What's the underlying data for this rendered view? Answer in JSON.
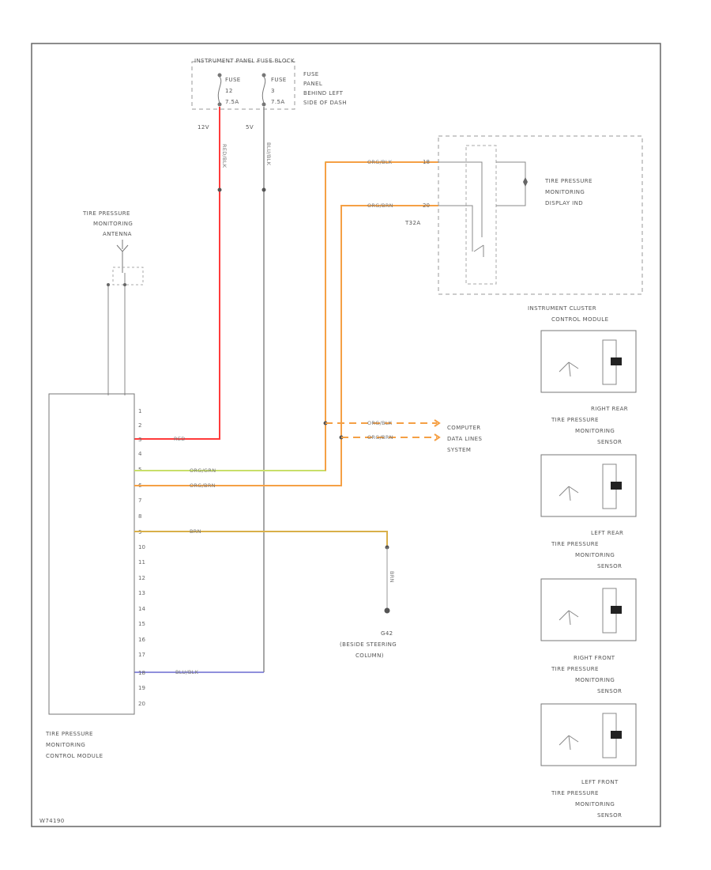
{
  "fuse_block": {
    "title": "INSTRUMENT PANEL FUSE BLOCK",
    "fuse_a": [
      "FUSE",
      "12",
      "7.5A"
    ],
    "fuse_b": [
      "FUSE",
      "3",
      "7.5A"
    ],
    "location": [
      "FUSE",
      "PANEL",
      "BEHIND LEFT",
      "SIDE OF DASH"
    ],
    "hot_a": "12V",
    "hot_b": "5V"
  },
  "antenna": {
    "label": [
      "TIRE PRESSURE",
      "MONITORING",
      "ANTENNA"
    ]
  },
  "control_module": {
    "label": [
      "TIRE PRESSURE",
      "MONITORING",
      "CONTROL MODULE"
    ],
    "pins": [
      "1",
      "2",
      "3",
      "4",
      "5",
      "6",
      "7",
      "8",
      "9",
      "10",
      "11",
      "12",
      "13",
      "14",
      "15",
      "16",
      "17",
      "18",
      "19",
      "20"
    ]
  },
  "display": {
    "label": [
      "TIRE PRESSURE",
      "MONITORING",
      "DISPLAY IND"
    ],
    "connector": "T32A",
    "pin_a": "18",
    "pin_b": "20"
  },
  "cluster": {
    "label": [
      "INSTRUMENT CLUSTER",
      "CONTROL MODULE"
    ]
  },
  "data_lines": {
    "label": [
      "COMPUTER",
      "DATA LINES",
      "SYSTEM"
    ]
  },
  "ground": {
    "label": [
      "G42",
      "(BESIDE STEERING",
      "COLUMN)"
    ]
  },
  "sensors": [
    {
      "label": [
        "RIGHT REAR",
        "TIRE PRESSURE",
        "MONITORING",
        "SENSOR"
      ]
    },
    {
      "label": [
        "LEFT REAR",
        "TIRE PRESSURE",
        "MONITORING",
        "SENSOR"
      ]
    },
    {
      "label": [
        "RIGHT FRONT",
        "TIRE PRESSURE",
        "MONITORING",
        "SENSOR"
      ]
    },
    {
      "label": [
        "LEFT FRONT",
        "TIRE PRESSURE",
        "MONITORING",
        "SENSOR"
      ]
    }
  ],
  "wires": {
    "red": "RED",
    "red_vertical": "RED/BLK",
    "org_grn": "ORG/GRN",
    "org_brn": "ORG/BRN",
    "org_blk": "ORG/BLK",
    "brn": "BRN",
    "blu_blk": "BLU/BLK",
    "blk_vertical": "BLU/BLK"
  },
  "colors": {
    "red": "#ff3b3b",
    "orange": "#f5a045",
    "yellow_green": "#c8df6a",
    "brown_gold": "#d9b04a",
    "blue": "#6a6ad0",
    "gray": "#888888"
  },
  "footer_code": "W74190"
}
